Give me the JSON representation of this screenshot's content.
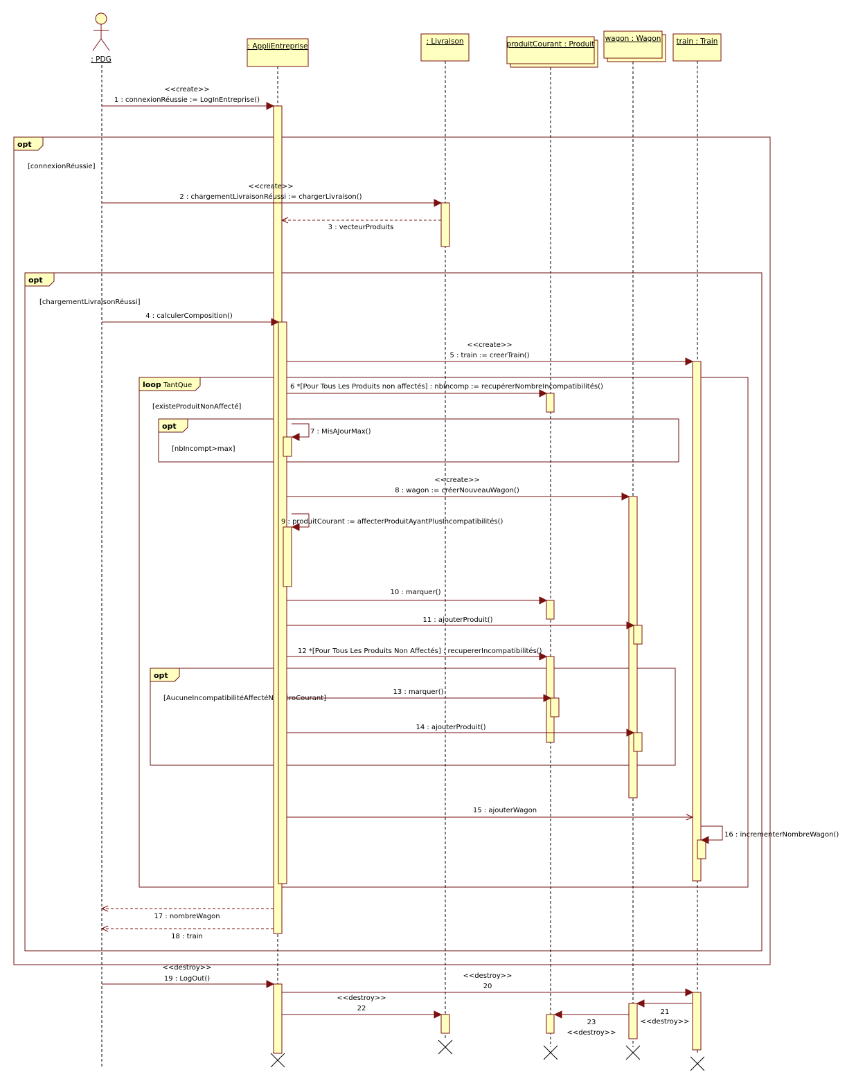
{
  "diagram": {
    "type": "UML sequence diagram",
    "colors": {
      "box_fill": "#ffffc0",
      "border": "#7a1010",
      "frame": "#6b1010"
    }
  },
  "lifelines": [
    {
      "id": "pdg",
      "label": ": PDG",
      "kind": "actor"
    },
    {
      "id": "appli",
      "label": ": AppliEntreprise",
      "kind": "object"
    },
    {
      "id": "livraison",
      "label": ": Livraison",
      "kind": "object"
    },
    {
      "id": "produit",
      "label": "produitCourant : Produit",
      "kind": "multiobject"
    },
    {
      "id": "wagon",
      "label": "wagon : Wagon",
      "kind": "multiobject"
    },
    {
      "id": "train",
      "label": "train : Train",
      "kind": "object"
    }
  ],
  "frames": [
    {
      "id": "opt1",
      "keyword": "opt",
      "name": "",
      "guard": "[connexionRéussie]"
    },
    {
      "id": "opt2",
      "keyword": "opt",
      "name": "",
      "guard": "[chargementLivraisonRéussi]"
    },
    {
      "id": "loop",
      "keyword": "loop",
      "name": "TantQue",
      "guard": "[existeProduitNonAffecté]"
    },
    {
      "id": "opt3",
      "keyword": "opt",
      "name": "",
      "guard": "[nbIncompt>max]"
    },
    {
      "id": "opt4",
      "keyword": "opt",
      "name": "",
      "guard": "[AucuneIncompatibilitéAffectéNuméroCourant]"
    }
  ],
  "messages": [
    {
      "n": "1",
      "from": "pdg",
      "to": "appli",
      "label": "1 : connexionRéussie := LogInEntreprise()",
      "stereotype": "<<create>>",
      "kind": "sync"
    },
    {
      "n": "2",
      "from": "pdg",
      "to": "livraison",
      "label": "2 : chargementLivraisonRéussi := chargerLivraison()",
      "stereotype": "<<create>>",
      "kind": "sync"
    },
    {
      "n": "3",
      "from": "livraison",
      "to": "appli",
      "label": "3 : vecteurProduits",
      "stereotype": "",
      "kind": "reply"
    },
    {
      "n": "4",
      "from": "pdg",
      "to": "appli",
      "label": "4 : calculerComposition()",
      "stereotype": "",
      "kind": "sync"
    },
    {
      "n": "5",
      "from": "appli",
      "to": "train",
      "label": "5 : train := creerTrain()",
      "stereotype": "<<create>>",
      "kind": "sync"
    },
    {
      "n": "6",
      "from": "appli",
      "to": "produit",
      "label": "6 *[Pour Tous Les Produits non affectés] : nbIncomp := recupérerNombreIncompatibilités()",
      "stereotype": "",
      "kind": "sync"
    },
    {
      "n": "7",
      "from": "appli",
      "to": "appli",
      "label": "7 : MisAJourMax()",
      "stereotype": "",
      "kind": "self"
    },
    {
      "n": "8",
      "from": "appli",
      "to": "wagon",
      "label": "8 : wagon := créerNouveauWagon()",
      "stereotype": "<<create>>",
      "kind": "sync"
    },
    {
      "n": "9",
      "from": "appli",
      "to": "appli",
      "label": "9 : produitCourant := affecterProduitAyantPlusIncompatibilités()",
      "stereotype": "",
      "kind": "self"
    },
    {
      "n": "10",
      "from": "appli",
      "to": "produit",
      "label": "10 : marquer()",
      "stereotype": "",
      "kind": "sync"
    },
    {
      "n": "11",
      "from": "appli",
      "to": "wagon",
      "label": "11 : ajouterProduit()",
      "stereotype": "",
      "kind": "sync"
    },
    {
      "n": "12",
      "from": "appli",
      "to": "produit",
      "label": "12 *[Pour Tous Les Produits Non Affectés] : recupererIncompatibilités()",
      "stereotype": "",
      "kind": "sync"
    },
    {
      "n": "13",
      "from": "appli",
      "to": "produit",
      "label": "13 : marquer()",
      "stereotype": "",
      "kind": "sync"
    },
    {
      "n": "14",
      "from": "appli",
      "to": "wagon",
      "label": "14 : ajouterProduit()",
      "stereotype": "",
      "kind": "sync"
    },
    {
      "n": "15",
      "from": "appli",
      "to": "train",
      "label": "15 : ajouterWagon",
      "stereotype": "",
      "kind": "async"
    },
    {
      "n": "16",
      "from": "train",
      "to": "train",
      "label": "16 : incrementerNombreWagon()",
      "stereotype": "",
      "kind": "self"
    },
    {
      "n": "17",
      "from": "appli",
      "to": "pdg",
      "label": "17 : nombreWagon",
      "stereotype": "",
      "kind": "reply"
    },
    {
      "n": "18",
      "from": "appli",
      "to": "pdg",
      "label": "18 : train",
      "stereotype": "",
      "kind": "reply"
    },
    {
      "n": "19",
      "from": "pdg",
      "to": "appli",
      "label": "19 : LogOut()",
      "stereotype": "<<destroy>>",
      "kind": "sync"
    },
    {
      "n": "20",
      "from": "appli",
      "to": "train",
      "label": "20",
      "stereotype": "<<destroy>>",
      "kind": "sync"
    },
    {
      "n": "21",
      "from": "train",
      "to": "wagon",
      "label": "21",
      "stereotype": "<<destroy>>",
      "kind": "sync"
    },
    {
      "n": "22",
      "from": "appli",
      "to": "livraison",
      "label": "22",
      "stereotype": "<<destroy>>",
      "kind": "sync"
    },
    {
      "n": "23",
      "from": "wagon",
      "to": "produit",
      "label": "23",
      "stereotype": "<<destroy>>",
      "kind": "sync"
    }
  ]
}
